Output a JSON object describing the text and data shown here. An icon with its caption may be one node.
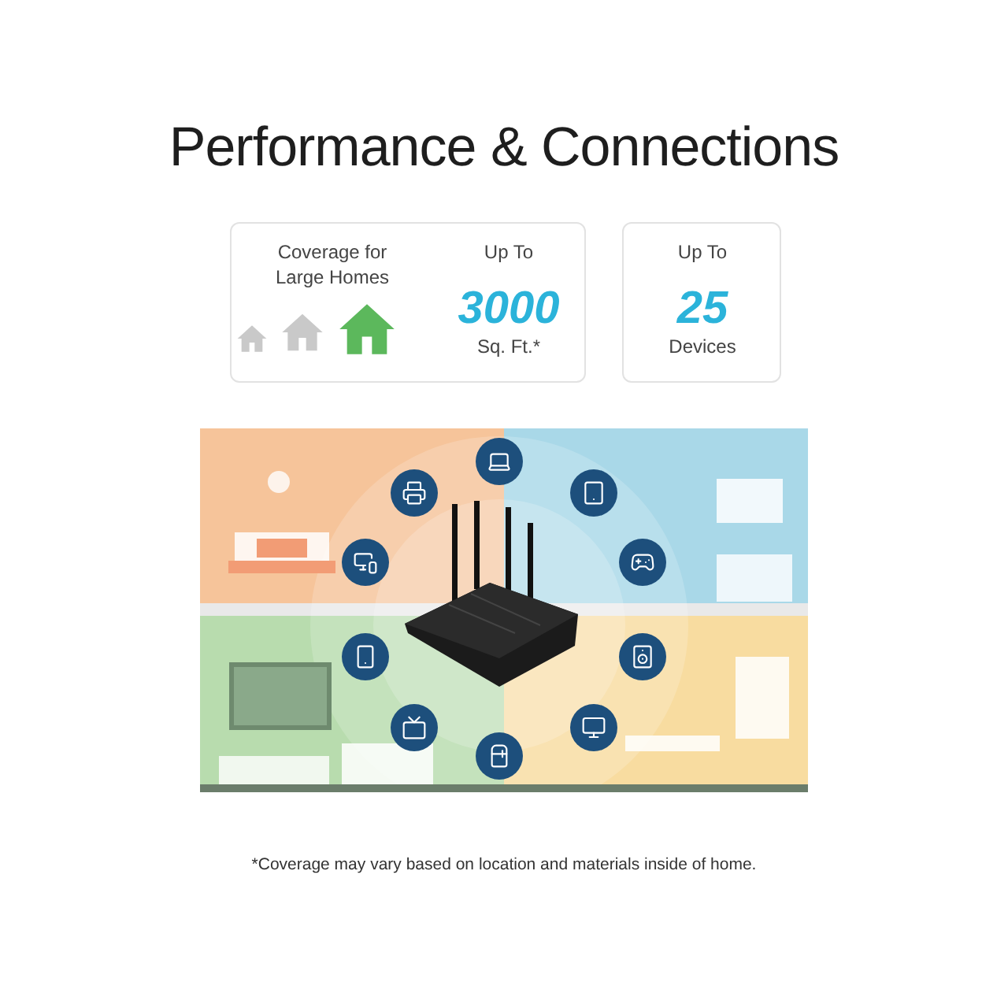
{
  "diagram": {
    "title": "Performance & Connections",
    "nodes": [
      {
        "text": [
          "Coverage for Large Homes",
          "Up To",
          "3000",
          "Sq. Ft.*"
        ]
      },
      {
        "text": [
          "Up To",
          "25",
          "Devices"
        ]
      }
    ],
    "caption": "*Coverage may vary based on location and materials inside of home."
  }
}
